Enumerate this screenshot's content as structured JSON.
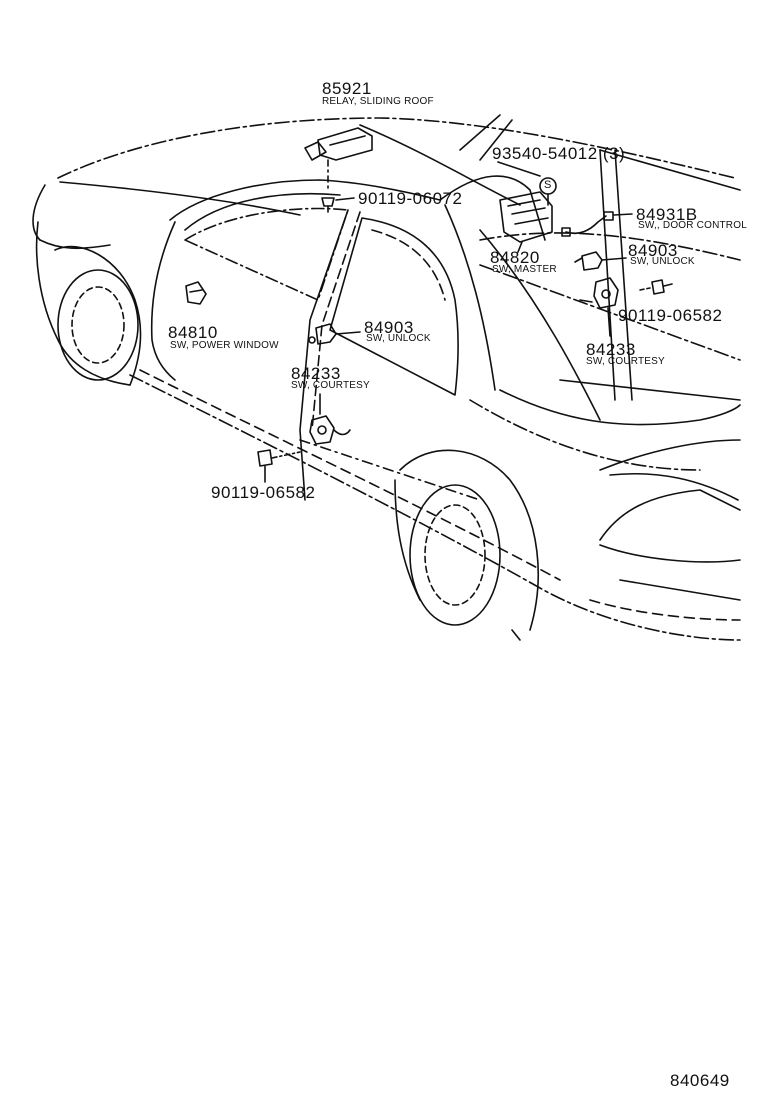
{
  "callouts": [
    {
      "id": "relay-sliding-roof",
      "part_number": "85921",
      "description": "RELAY, SLIDING ROOF"
    },
    {
      "id": "screw-roof",
      "part_number": "90119-06072",
      "description": ""
    },
    {
      "id": "screw-set",
      "part_number": "93540-54012 (3)",
      "description": ""
    },
    {
      "id": "sw-door-control",
      "part_number": "84931B",
      "description": "SW,, DOOR CONTROL"
    },
    {
      "id": "sw-master",
      "part_number": "84820",
      "description": "SW, MASTER"
    },
    {
      "id": "sw-unlock-front",
      "part_number": "84903",
      "description": "SW, UNLOCK"
    },
    {
      "id": "bolt-front",
      "part_number": "90119-06582",
      "description": ""
    },
    {
      "id": "sw-courtesy-front",
      "part_number": "84233",
      "description": "SW, COURTESY"
    },
    {
      "id": "sw-power-window",
      "part_number": "84810",
      "description": "SW, POWER WINDOW"
    },
    {
      "id": "sw-unlock-rear",
      "part_number": "84903",
      "description": "SW, UNLOCK"
    },
    {
      "id": "sw-courtesy-rear",
      "part_number": "84233",
      "description": "SW, COURTESY"
    },
    {
      "id": "bolt-rear",
      "part_number": "90119-06582",
      "description": ""
    }
  ],
  "symbols": {
    "screw_marker": "S"
  },
  "drawing_number": "840649",
  "colors": {
    "line": "#111111",
    "background": "#ffffff"
  }
}
